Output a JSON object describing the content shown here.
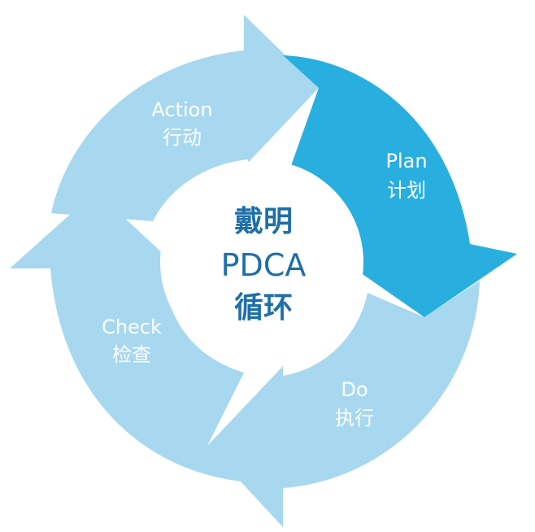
{
  "center": {
    "line1": "戴明",
    "line2": "PDCA",
    "line3": "循环"
  },
  "segments": {
    "plan": {
      "en": "Plan",
      "zh": "计划",
      "color": "#29aee0"
    },
    "do": {
      "en": "Do",
      "zh": "执行",
      "color": "#a7d8ef"
    },
    "check": {
      "en": "Check",
      "zh": "检查",
      "color": "#a7d8ef"
    },
    "action": {
      "en": "Action",
      "zh": "行动",
      "color": "#a7d8ef"
    }
  },
  "colors": {
    "center_text": "#1f6fa8",
    "label_text": "#ffffff",
    "background": "#ffffff"
  }
}
